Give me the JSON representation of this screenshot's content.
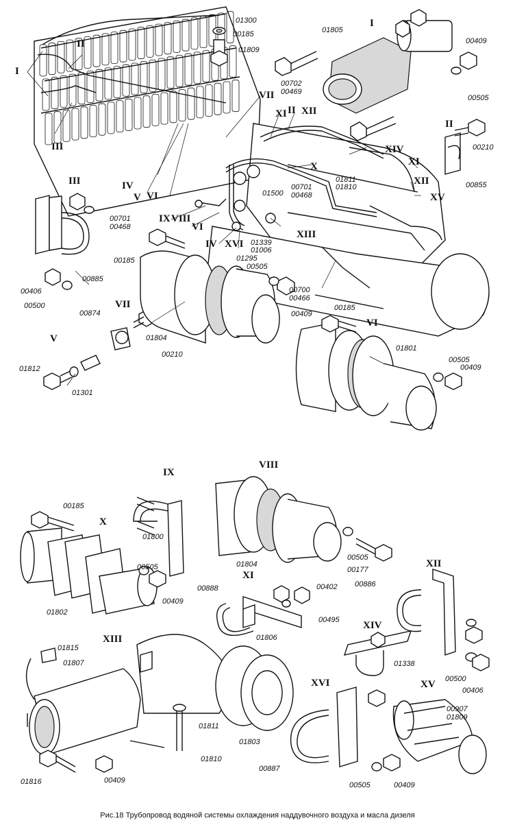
{
  "caption": "Рис.18 Трубопровод водяной системы охлаждения наддувочного воздуха и масла дизеля",
  "part_labels": [
    {
      "id": "p01300",
      "text": "01300"
    },
    {
      "id": "p00185a",
      "text": "00185"
    },
    {
      "id": "p01809a",
      "text": "01809"
    },
    {
      "id": "p01805",
      "text": "01805"
    },
    {
      "id": "p00409a",
      "text": "00409"
    },
    {
      "id": "p00505a",
      "text": "00505"
    },
    {
      "id": "p00702",
      "text": "00702"
    },
    {
      "id": "p00469",
      "text": "00469"
    },
    {
      "id": "p00210a",
      "text": "00210"
    },
    {
      "id": "p00855",
      "text": "00855"
    },
    {
      "id": "p01811a",
      "text": "01811"
    },
    {
      "id": "p01810a",
      "text": "01810"
    },
    {
      "id": "p00701a",
      "text": "00701"
    },
    {
      "id": "p00468a",
      "text": "00468"
    },
    {
      "id": "p01500",
      "text": "01500"
    },
    {
      "id": "p00701b",
      "text": "00701"
    },
    {
      "id": "p00468b",
      "text": "00468"
    },
    {
      "id": "p01339",
      "text": "01339"
    },
    {
      "id": "p01006",
      "text": "01006"
    },
    {
      "id": "p01295",
      "text": "01295"
    },
    {
      "id": "p00505b",
      "text": "00505"
    },
    {
      "id": "p00185b",
      "text": "00185"
    },
    {
      "id": "p00885",
      "text": "00885"
    },
    {
      "id": "p00406a",
      "text": "00406"
    },
    {
      "id": "p00500a",
      "text": "00500"
    },
    {
      "id": "p00874",
      "text": "00874"
    },
    {
      "id": "p00210b",
      "text": "00210"
    },
    {
      "id": "p01804a",
      "text": "01804"
    },
    {
      "id": "p00409b",
      "text": "00409"
    },
    {
      "id": "p00700",
      "text": "00700"
    },
    {
      "id": "p00466",
      "text": "00466"
    },
    {
      "id": "p00185c",
      "text": "00185"
    },
    {
      "id": "p01812",
      "text": "01812"
    },
    {
      "id": "p01301",
      "text": "01301"
    },
    {
      "id": "p01801",
      "text": "01801"
    },
    {
      "id": "p00505c",
      "text": "00505"
    },
    {
      "id": "p00409c",
      "text": "00409"
    },
    {
      "id": "p00185d",
      "text": "00185"
    },
    {
      "id": "p01800",
      "text": "01800"
    },
    {
      "id": "p00505d",
      "text": "00505"
    },
    {
      "id": "p00409d",
      "text": "00409"
    },
    {
      "id": "p01802",
      "text": "01802"
    },
    {
      "id": "p01804b",
      "text": "01804"
    },
    {
      "id": "p00505e",
      "text": "00505"
    },
    {
      "id": "p00177",
      "text": "00177"
    },
    {
      "id": "p00886",
      "text": "00886"
    },
    {
      "id": "p00888",
      "text": "00888"
    },
    {
      "id": "p00402",
      "text": "00402"
    },
    {
      "id": "p00495",
      "text": "00495"
    },
    {
      "id": "p01806",
      "text": "01806"
    },
    {
      "id": "p01338",
      "text": "01338"
    },
    {
      "id": "p00500b",
      "text": "00500"
    },
    {
      "id": "p00406b",
      "text": "00406"
    },
    {
      "id": "p01815",
      "text": "01815"
    },
    {
      "id": "p01807",
      "text": "01807"
    },
    {
      "id": "p01811b",
      "text": "01811"
    },
    {
      "id": "p01810b",
      "text": "01810"
    },
    {
      "id": "p01803",
      "text": "01803"
    },
    {
      "id": "p00907",
      "text": "00907"
    },
    {
      "id": "p01809b",
      "text": "01809"
    },
    {
      "id": "p00887",
      "text": "00887"
    },
    {
      "id": "p00505f",
      "text": "00505"
    },
    {
      "id": "p00409e",
      "text": "00409"
    },
    {
      "id": "p01816",
      "text": "01816"
    },
    {
      "id": "p00409f",
      "text": "00409"
    }
  ],
  "roman_labels": [
    {
      "id": "r-I-a",
      "text": "I"
    },
    {
      "id": "r-II-a",
      "text": "II"
    },
    {
      "id": "r-I-b",
      "text": "I"
    },
    {
      "id": "r-III-a",
      "text": "III"
    },
    {
      "id": "r-VII-a",
      "text": "VII"
    },
    {
      "id": "r-XI-a",
      "text": "XI"
    },
    {
      "id": "r-II-b",
      "text": "II"
    },
    {
      "id": "r-XII-a",
      "text": "XII"
    },
    {
      "id": "r-II-c",
      "text": "II"
    },
    {
      "id": "r-XIV-a",
      "text": "XIV"
    },
    {
      "id": "r-XI-b",
      "text": "XI"
    },
    {
      "id": "r-XII-b",
      "text": "XII"
    },
    {
      "id": "r-XV-a",
      "text": "XV"
    },
    {
      "id": "r-X-a",
      "text": "X"
    },
    {
      "id": "r-IV-a",
      "text": "IV"
    },
    {
      "id": "r-V-a",
      "text": "V"
    },
    {
      "id": "r-VI-a",
      "text": "VI"
    },
    {
      "id": "r-IX-a",
      "text": "IX"
    },
    {
      "id": "r-VIII-a",
      "text": "VIII"
    },
    {
      "id": "r-VI-b",
      "text": "VI"
    },
    {
      "id": "r-IV-b",
      "text": "IV"
    },
    {
      "id": "r-XVI-a",
      "text": "XVI"
    },
    {
      "id": "r-XIII-a",
      "text": "XIII"
    },
    {
      "id": "r-III-b",
      "text": "III"
    },
    {
      "id": "r-VII-b",
      "text": "VII"
    },
    {
      "id": "r-V-b",
      "text": "V"
    },
    {
      "id": "r-VI-c",
      "text": "VI"
    },
    {
      "id": "r-IX-b",
      "text": "IX"
    },
    {
      "id": "r-VIII-b",
      "text": "VIII"
    },
    {
      "id": "r-X-b",
      "text": "X"
    },
    {
      "id": "r-XI-c",
      "text": "XI"
    },
    {
      "id": "r-XII-c",
      "text": "XII"
    },
    {
      "id": "r-XIII-b",
      "text": "XIII"
    },
    {
      "id": "r-XIV-b",
      "text": "XIV"
    },
    {
      "id": "r-XVI-b",
      "text": "XVI"
    },
    {
      "id": "r-XV-b",
      "text": "XV"
    }
  ]
}
